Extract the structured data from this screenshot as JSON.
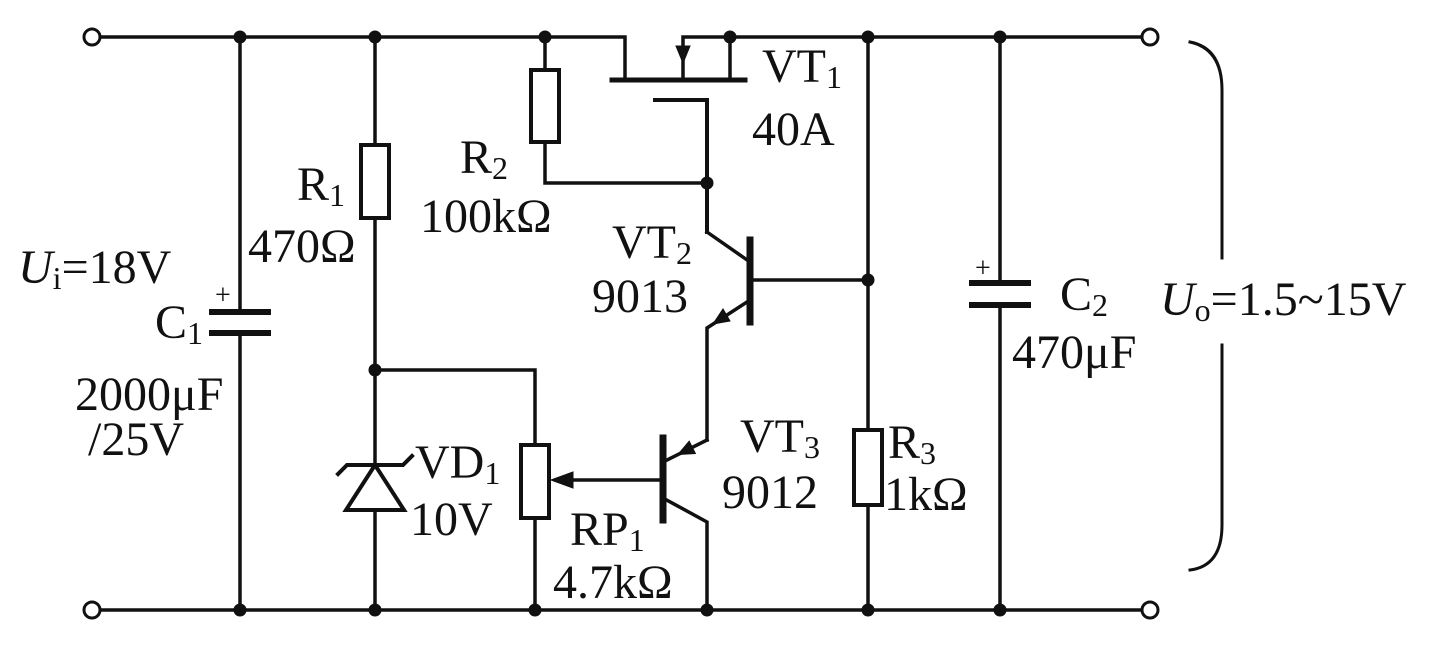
{
  "input_voltage": {
    "symbol": "U",
    "subscript": "i",
    "value": "=18V"
  },
  "output_voltage": {
    "symbol": "U",
    "subscript": "o",
    "value": "=1.5~15V"
  },
  "components": {
    "c1": {
      "letter": "C",
      "index": "1",
      "value": "2000μF",
      "rating": "/25V",
      "polarity": "+"
    },
    "c2": {
      "letter": "C",
      "index": "2",
      "value": "470μF",
      "polarity": "+"
    },
    "r1": {
      "letter": "R",
      "index": "1",
      "value": "470Ω"
    },
    "r2": {
      "letter": "R",
      "index": "2",
      "value": "100kΩ"
    },
    "r3": {
      "letter": "R",
      "index": "3",
      "value": "1kΩ"
    },
    "rp1": {
      "letter": "RP",
      "index": "1",
      "value": "4.7kΩ"
    },
    "vd1": {
      "letter": "VD",
      "index": "1",
      "value": "10V"
    },
    "vt1": {
      "letter": "VT",
      "index": "1",
      "value": "40A"
    },
    "vt2": {
      "letter": "VT",
      "index": "2",
      "value": "9013"
    },
    "vt3": {
      "letter": "VT",
      "index": "3",
      "value": "9012"
    }
  }
}
